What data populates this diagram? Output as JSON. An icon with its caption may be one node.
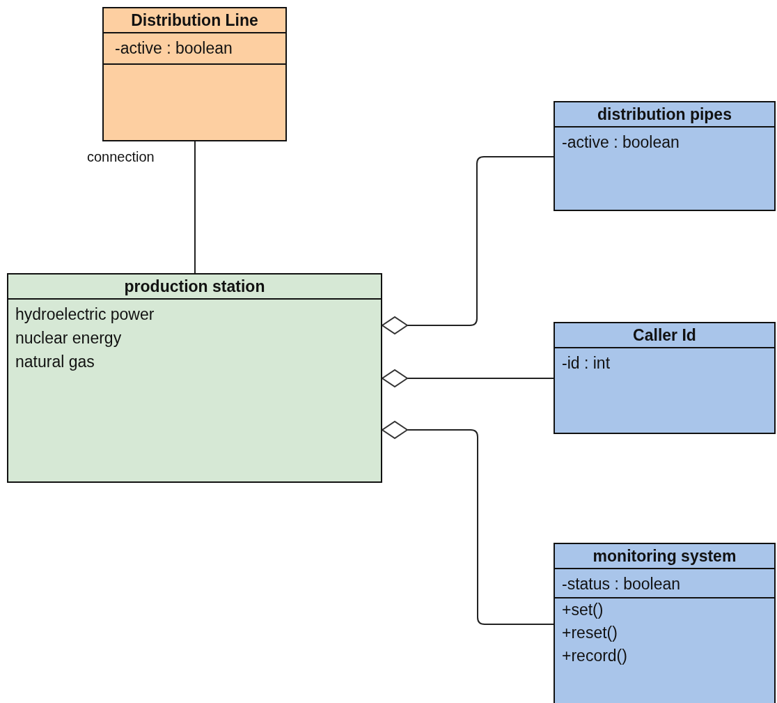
{
  "diagram": {
    "nodes": [
      {
        "text": [
          "Distribution Line",
          "-active : boolean"
        ]
      },
      {
        "text": [
          "production station",
          "hydroelectric power",
          "nuclear energy",
          "natural gas"
        ]
      },
      {
        "text": [
          "distribution pipes",
          "-active : boolean"
        ]
      },
      {
        "text": [
          "Caller Id",
          "-id : int"
        ]
      },
      {
        "text": [
          "monitoring system",
          "-status : boolean",
          "+set()",
          "+reset()",
          "+record()"
        ]
      }
    ],
    "edges": [
      {
        "from": 0,
        "to": 1,
        "arrow": "none",
        "label": "connection"
      },
      {
        "from": 2,
        "to": 1,
        "arrow": "other"
      },
      {
        "from": 3,
        "to": 1,
        "arrow": "other"
      },
      {
        "from": 4,
        "to": 1,
        "arrow": "other"
      }
    ]
  }
}
